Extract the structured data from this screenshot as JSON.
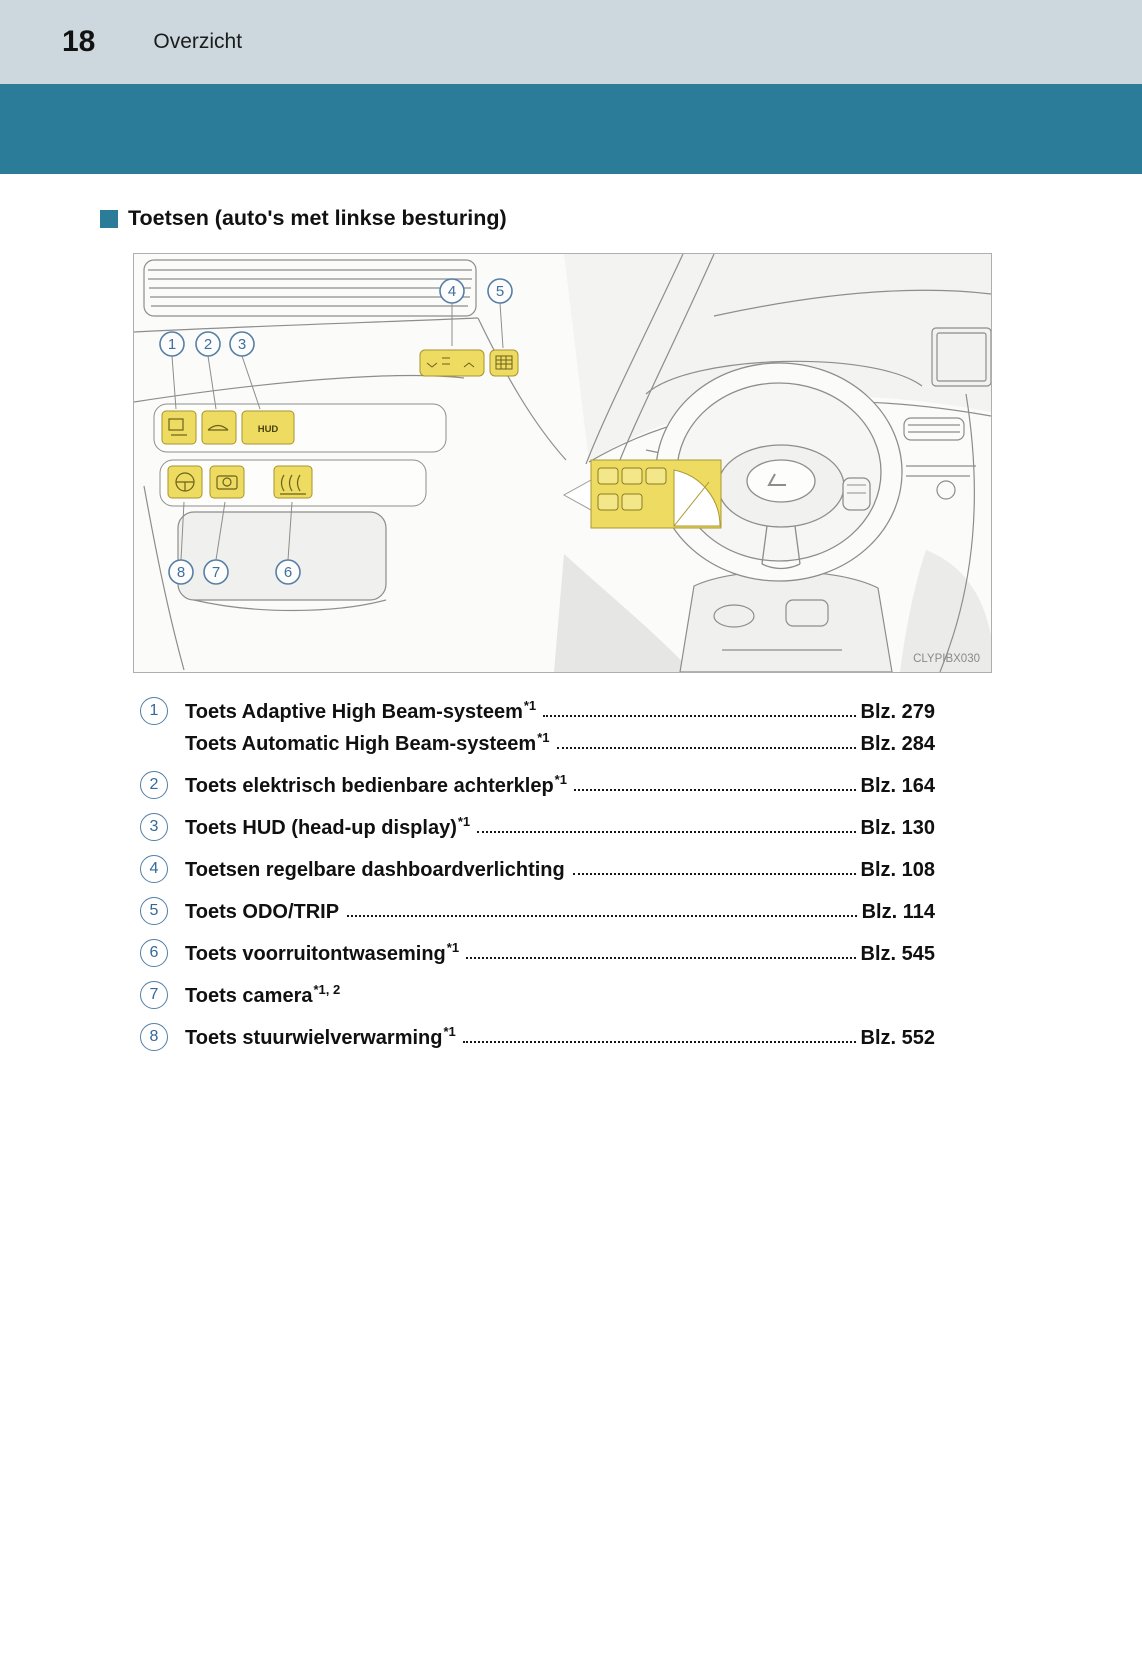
{
  "header": {
    "page_number": "18",
    "section_title": "Overzicht"
  },
  "heading": {
    "text": "Toetsen (auto's met linkse besturing)"
  },
  "figure": {
    "image_code": "CLYPIBX030",
    "hud_label": "HUD",
    "callouts": [
      "1",
      "2",
      "3",
      "4",
      "5",
      "6",
      "7",
      "8"
    ]
  },
  "index": {
    "items": [
      {
        "num": "1",
        "rows": [
          {
            "label": "Toets Adaptive High Beam-systeem",
            "sup": "*1",
            "page": "Blz. 279"
          },
          {
            "label": "Toets Automatic High Beam-systeem",
            "sup": "*1",
            "page": "Blz. 284"
          }
        ]
      },
      {
        "num": "2",
        "rows": [
          {
            "label": "Toets elektrisch bedienbare achterklep",
            "sup": "*1",
            "page": "Blz. 164"
          }
        ]
      },
      {
        "num": "3",
        "rows": [
          {
            "label": "Toets HUD (head-up display)",
            "sup": "*1",
            "page": "Blz. 130"
          }
        ]
      },
      {
        "num": "4",
        "rows": [
          {
            "label": "Toetsen regelbare dashboardverlichting",
            "sup": "",
            "page": "Blz. 108"
          }
        ]
      },
      {
        "num": "5",
        "rows": [
          {
            "label": "Toets ODO/TRIP",
            "sup": "",
            "page": "Blz. 114"
          }
        ]
      },
      {
        "num": "6",
        "rows": [
          {
            "label": "Toets voorruitontwaseming",
            "sup": "*1",
            "page": "Blz. 545"
          }
        ]
      },
      {
        "num": "7",
        "rows": [
          {
            "label": "Toets camera",
            "sup": "*1, 2",
            "page": ""
          }
        ]
      },
      {
        "num": "8",
        "rows": [
          {
            "label": "Toets stuurwielverwarming",
            "sup": "*1",
            "page": "Blz. 552"
          }
        ]
      }
    ]
  }
}
